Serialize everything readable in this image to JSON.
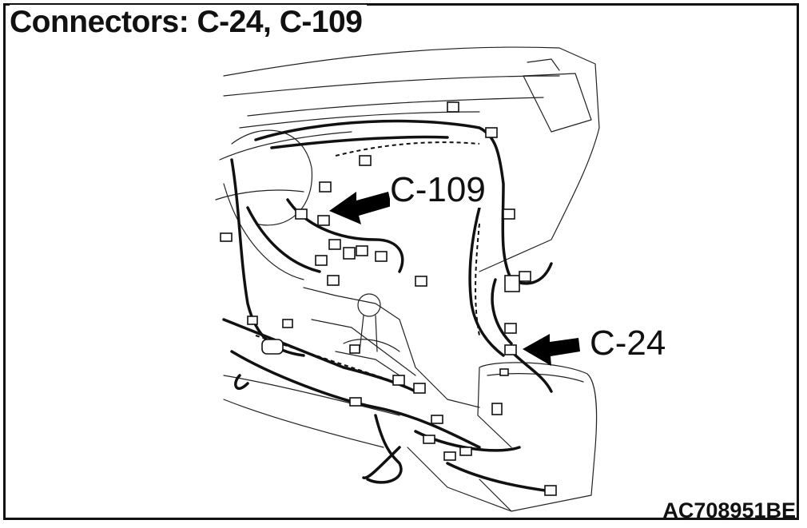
{
  "title": "Connectors: C-24, C-109",
  "callouts": {
    "c109": "C-109",
    "c24": "C-24"
  },
  "figure_id": "AC708951BE"
}
